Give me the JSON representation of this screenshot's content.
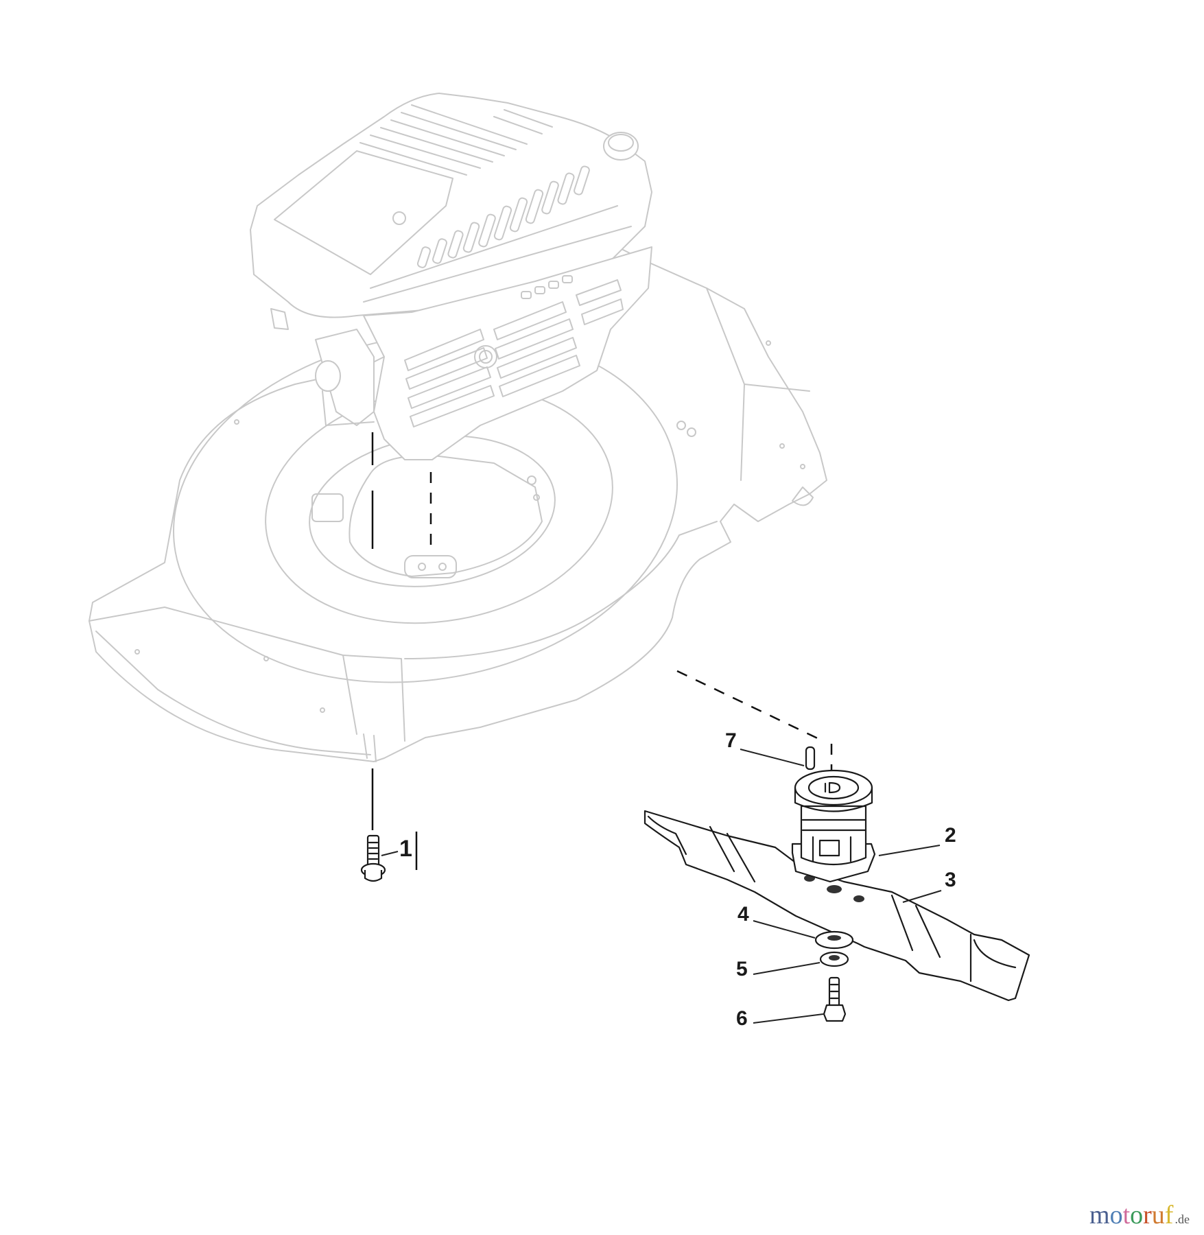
{
  "diagram": {
    "title": "Lawn mower deck, engine and cutting blade assembly (exploded view)",
    "callouts": [
      {
        "id": "1",
        "label": "1",
        "part": "bolt (flanged screw)"
      },
      {
        "id": "2",
        "label": "2",
        "part": "blade hub / adapter"
      },
      {
        "id": "3",
        "label": "3",
        "part": "cutting blade"
      },
      {
        "id": "4",
        "label": "4",
        "part": "washer"
      },
      {
        "id": "5",
        "label": "5",
        "part": "spring washer"
      },
      {
        "id": "6",
        "label": "6",
        "part": "blade bolt"
      },
      {
        "id": "7",
        "label": "7",
        "part": "key / pin"
      }
    ],
    "line_color_faded": "#c8c8c8",
    "line_color_parts": "#1a1a1a"
  },
  "watermark": {
    "letters": [
      {
        "ch": "m",
        "color": "#4a5f8f"
      },
      {
        "ch": "o",
        "color": "#4f7fb5"
      },
      {
        "ch": "t",
        "color": "#d06a9a"
      },
      {
        "ch": "o",
        "color": "#3a9a5a"
      },
      {
        "ch": "r",
        "color": "#c8502a"
      },
      {
        "ch": "u",
        "color": "#d07a30"
      },
      {
        "ch": "f",
        "color": "#d8b830"
      }
    ],
    "tld": ".de"
  }
}
